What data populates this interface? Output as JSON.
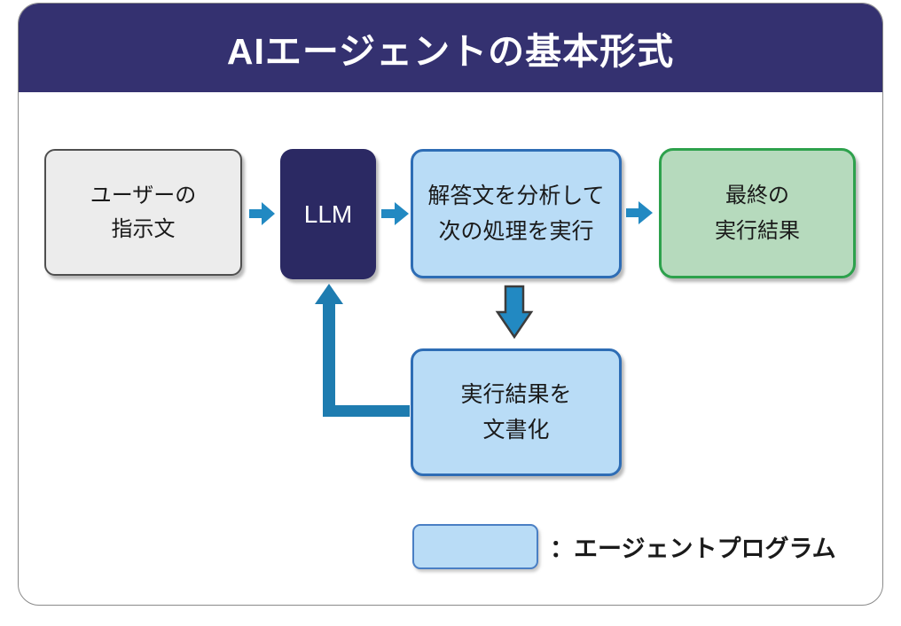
{
  "header": {
    "title": "AIエージェントの基本形式"
  },
  "nodes": {
    "user_instruction": {
      "line1": "ユーザーの",
      "line2": "指示文"
    },
    "llm": {
      "label": "LLM"
    },
    "analyze": {
      "line1": "解答文を分析して",
      "line2": "次の処理を実行"
    },
    "final_result": {
      "line1": "最終の",
      "line2": "実行結果"
    },
    "document_result": {
      "line1": "実行結果を",
      "line2": "文書化"
    }
  },
  "legend": {
    "label": "：エージェントプログラム"
  },
  "colors": {
    "header_bg": "#343170",
    "llm_bg": "#2b2963",
    "box_gray_bg": "#ececec",
    "box_gray_border": "#4f4f4f",
    "box_blue_bg": "#b9dcf6",
    "box_blue_border": "#2e6db5",
    "box_green_bg": "#b6dabd",
    "box_green_border": "#2da14c",
    "arrow": "#2289c2",
    "loop": "#1e7cb0",
    "legend_border": "#4a7fc4"
  }
}
